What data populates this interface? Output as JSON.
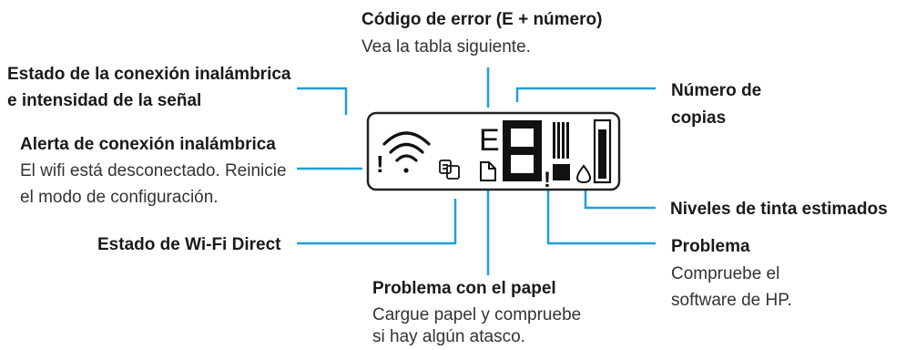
{
  "labels": {
    "error_code": {
      "title": "Código de error (E + número)",
      "desc": "Vea la tabla siguiente."
    },
    "wireless_status": {
      "line1": "Estado de la conexión inalámbrica",
      "line2": "e intensidad de la señal"
    },
    "wireless_alert": {
      "title": "Alerta de conexión inalámbrica",
      "desc1": "El wifi está desconectado. Reinicie",
      "desc2": "el modo de configuración."
    },
    "wifi_direct": {
      "title": "Estado de Wi-Fi Direct"
    },
    "copies": {
      "line1": "Número de",
      "line2": "copias"
    },
    "ink_levels": {
      "title": "Niveles de tinta estimados"
    },
    "problem": {
      "title": "Problema",
      "desc1": "Compruebe el",
      "desc2": "software de HP."
    },
    "paper_problem": {
      "title": "Problema con el papel",
      "desc1": "Cargue papel y compruebe",
      "desc2": "si hay algún atasco."
    }
  },
  "panel": {
    "error_letter": "E",
    "digit": "8",
    "alert_mark": "!",
    "ink_alert_mark": "!"
  },
  "colors": {
    "leader": "#1f9fd9",
    "text": "#1a1a1a",
    "display": "#111111"
  }
}
